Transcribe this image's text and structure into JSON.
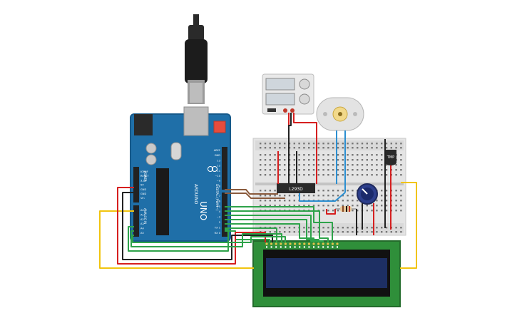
{
  "circuit": {
    "arduino": {
      "brand": "ARDUINO",
      "model": "UNO",
      "digital_label": "DIGITAL (PWM~)",
      "analog_label": "ANALOG IN",
      "power_label": "POWER",
      "pin_labels_power": [
        "IOREF",
        "RESET",
        "3.3V",
        "5V",
        "GND",
        "GND",
        "Vin"
      ],
      "pin_labels_analog": [
        "A0",
        "A1",
        "A2",
        "A3",
        "A4",
        "A5"
      ],
      "pin_labels_digital_top": [
        "AREF",
        "GND",
        "13",
        "12",
        "~11",
        "~10",
        "~9",
        "8"
      ],
      "pin_labels_digital_bottom": [
        "7",
        "~6",
        "~5",
        "4",
        "~3",
        "2",
        "TX 1",
        "RX 0"
      ]
    },
    "driver_chip": {
      "label": "L293D"
    },
    "temp_sensor": {
      "label": "TMP"
    },
    "colors": {
      "board_blue": "#1f6fa8",
      "board_dark": "#175a8a",
      "wire_red": "#d61f1f",
      "wire_black": "#222222",
      "wire_green": "#2ea34a",
      "wire_yellow": "#f1c40f",
      "wire_blue": "#2c8fd1",
      "wire_brown": "#8a5a3c",
      "lcd_green": "#2f8f3a",
      "lcd_screen": "#1d2f63"
    }
  }
}
